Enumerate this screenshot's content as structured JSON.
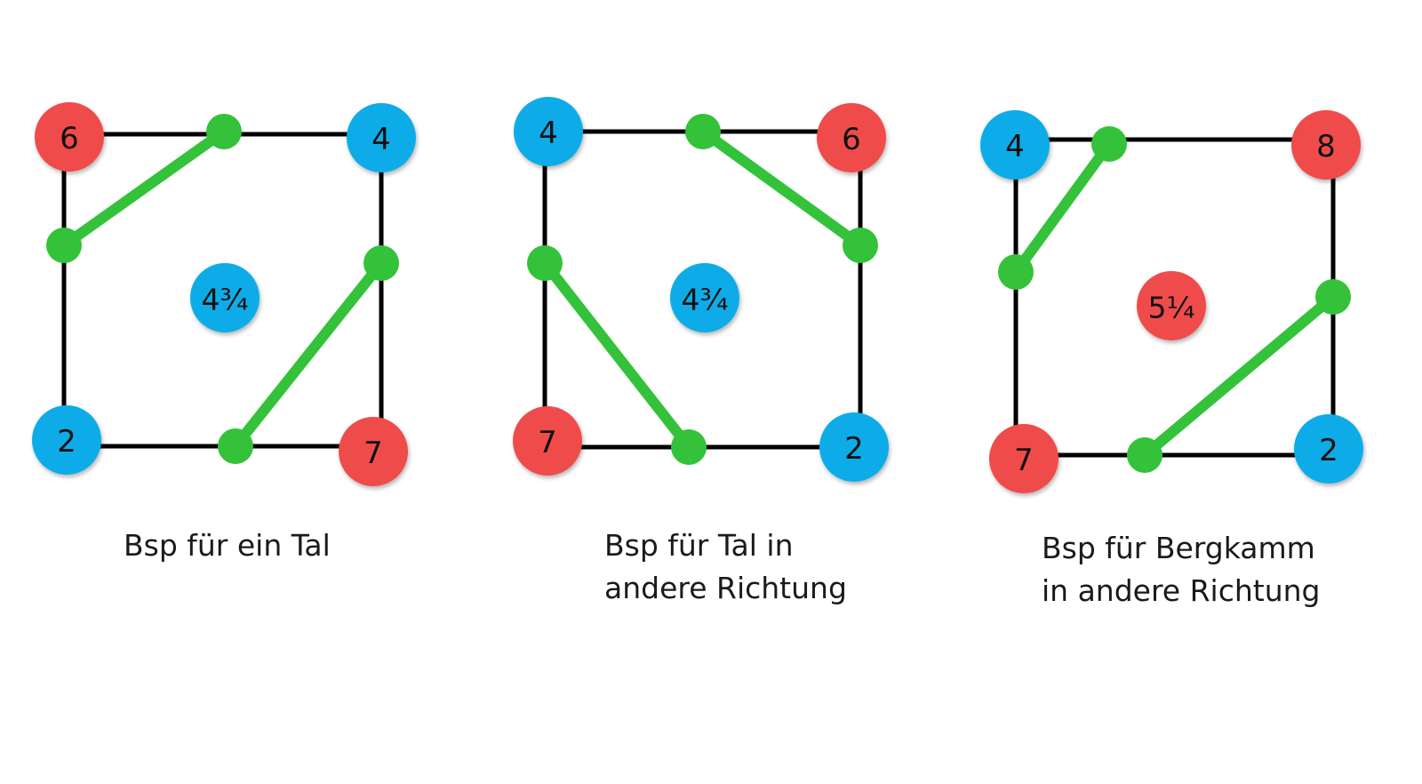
{
  "colors": {
    "high": "#f04b4b",
    "low": "#0aace8",
    "contour": "#33c23a",
    "edge": "#000000"
  },
  "panels": [
    {
      "corners": {
        "top_left": {
          "value": "6",
          "color": "high"
        },
        "top_right": {
          "value": "4",
          "color": "low"
        },
        "bottom_left": {
          "value": "2",
          "color": "low"
        },
        "bottom_right": {
          "value": "7",
          "color": "high"
        }
      },
      "center": {
        "value": "4¾",
        "color": "low"
      },
      "caption_lines": [
        "Bsp für ein Tal"
      ]
    },
    {
      "corners": {
        "top_left": {
          "value": "4",
          "color": "low"
        },
        "top_right": {
          "value": "6",
          "color": "high"
        },
        "bottom_left": {
          "value": "7",
          "color": "high"
        },
        "bottom_right": {
          "value": "2",
          "color": "low"
        }
      },
      "center": {
        "value": "4¾",
        "color": "low"
      },
      "caption_lines": [
        "Bsp für Tal in",
        "andere Richtung"
      ]
    },
    {
      "corners": {
        "top_left": {
          "value": "4",
          "color": "low"
        },
        "top_right": {
          "value": "8",
          "color": "high"
        },
        "bottom_left": {
          "value": "7",
          "color": "high"
        },
        "bottom_right": {
          "value": "2",
          "color": "low"
        }
      },
      "center": {
        "value": "5¼",
        "color": "high"
      },
      "caption_lines": [
        "Bsp für Bergkamm",
        "in andere Richtung"
      ]
    }
  ]
}
